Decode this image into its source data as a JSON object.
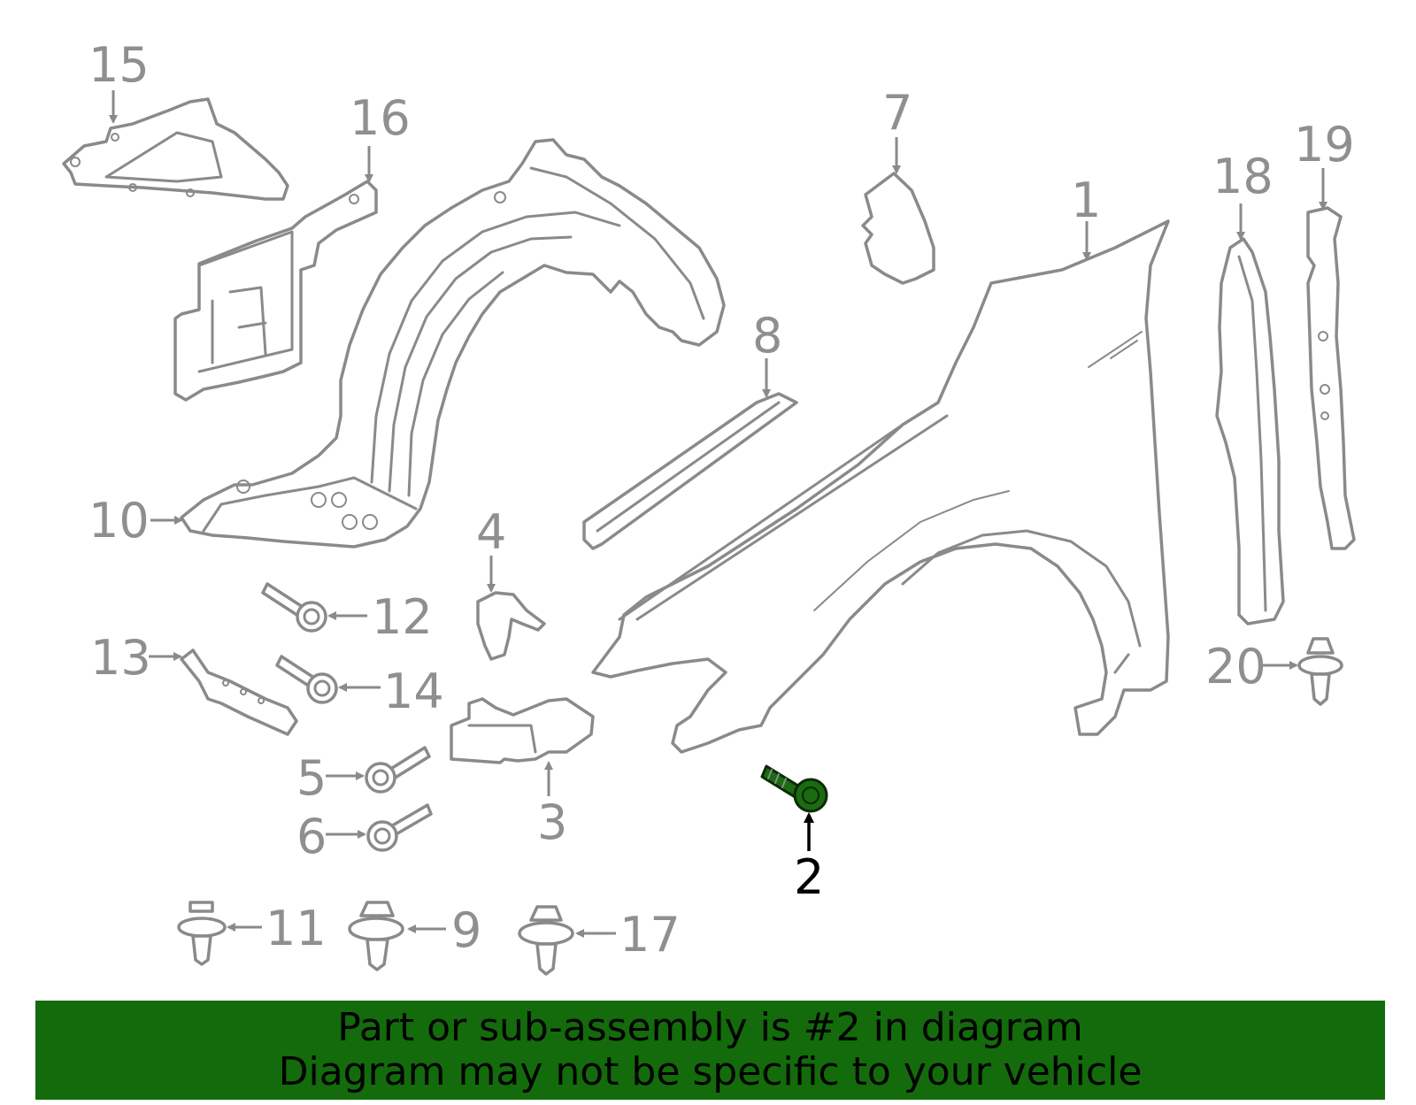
{
  "diagram": {
    "highlighted_part": "2",
    "highlight_color": "#1b6b12",
    "callouts": [
      "1",
      "2",
      "3",
      "4",
      "5",
      "6",
      "7",
      "8",
      "9",
      "10",
      "11",
      "12",
      "13",
      "14",
      "15",
      "16",
      "17",
      "18",
      "19",
      "20"
    ]
  },
  "banner": {
    "line1": "Part or sub-assembly is #2 in diagram",
    "line2": "Diagram may not be specific to your vehicle",
    "background": "#136b0b"
  }
}
